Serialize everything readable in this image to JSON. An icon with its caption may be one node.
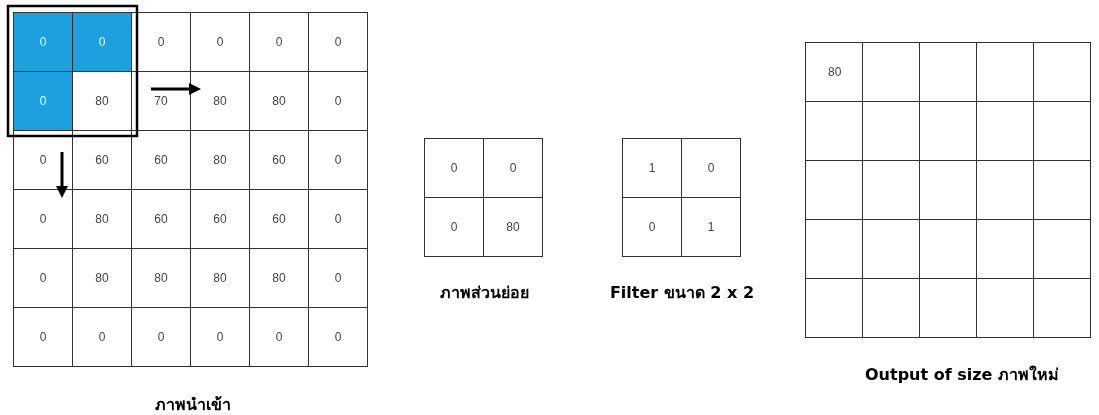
{
  "diagram": {
    "labels": [
      "0",
      "0",
      "0",
      "0",
      "0",
      "0",
      "0",
      "80",
      "70",
      "80",
      "80",
      "0",
      "0",
      "60",
      "60",
      "80",
      "60",
      "0",
      "0",
      "80",
      "60",
      "60",
      "60",
      "0",
      "0",
      "80",
      "80",
      "80",
      "80",
      "0",
      "0",
      "0",
      "0",
      "0",
      "0",
      "0",
      "ภาพนำเข้า",
      "0",
      "0",
      "0",
      "80",
      "ภาพส่วนย่อย",
      "1",
      "0",
      "0",
      "1",
      "Filter ขนาด 2 x 2",
      "80",
      "Output of size ภาพใหม่"
    ]
  }
}
